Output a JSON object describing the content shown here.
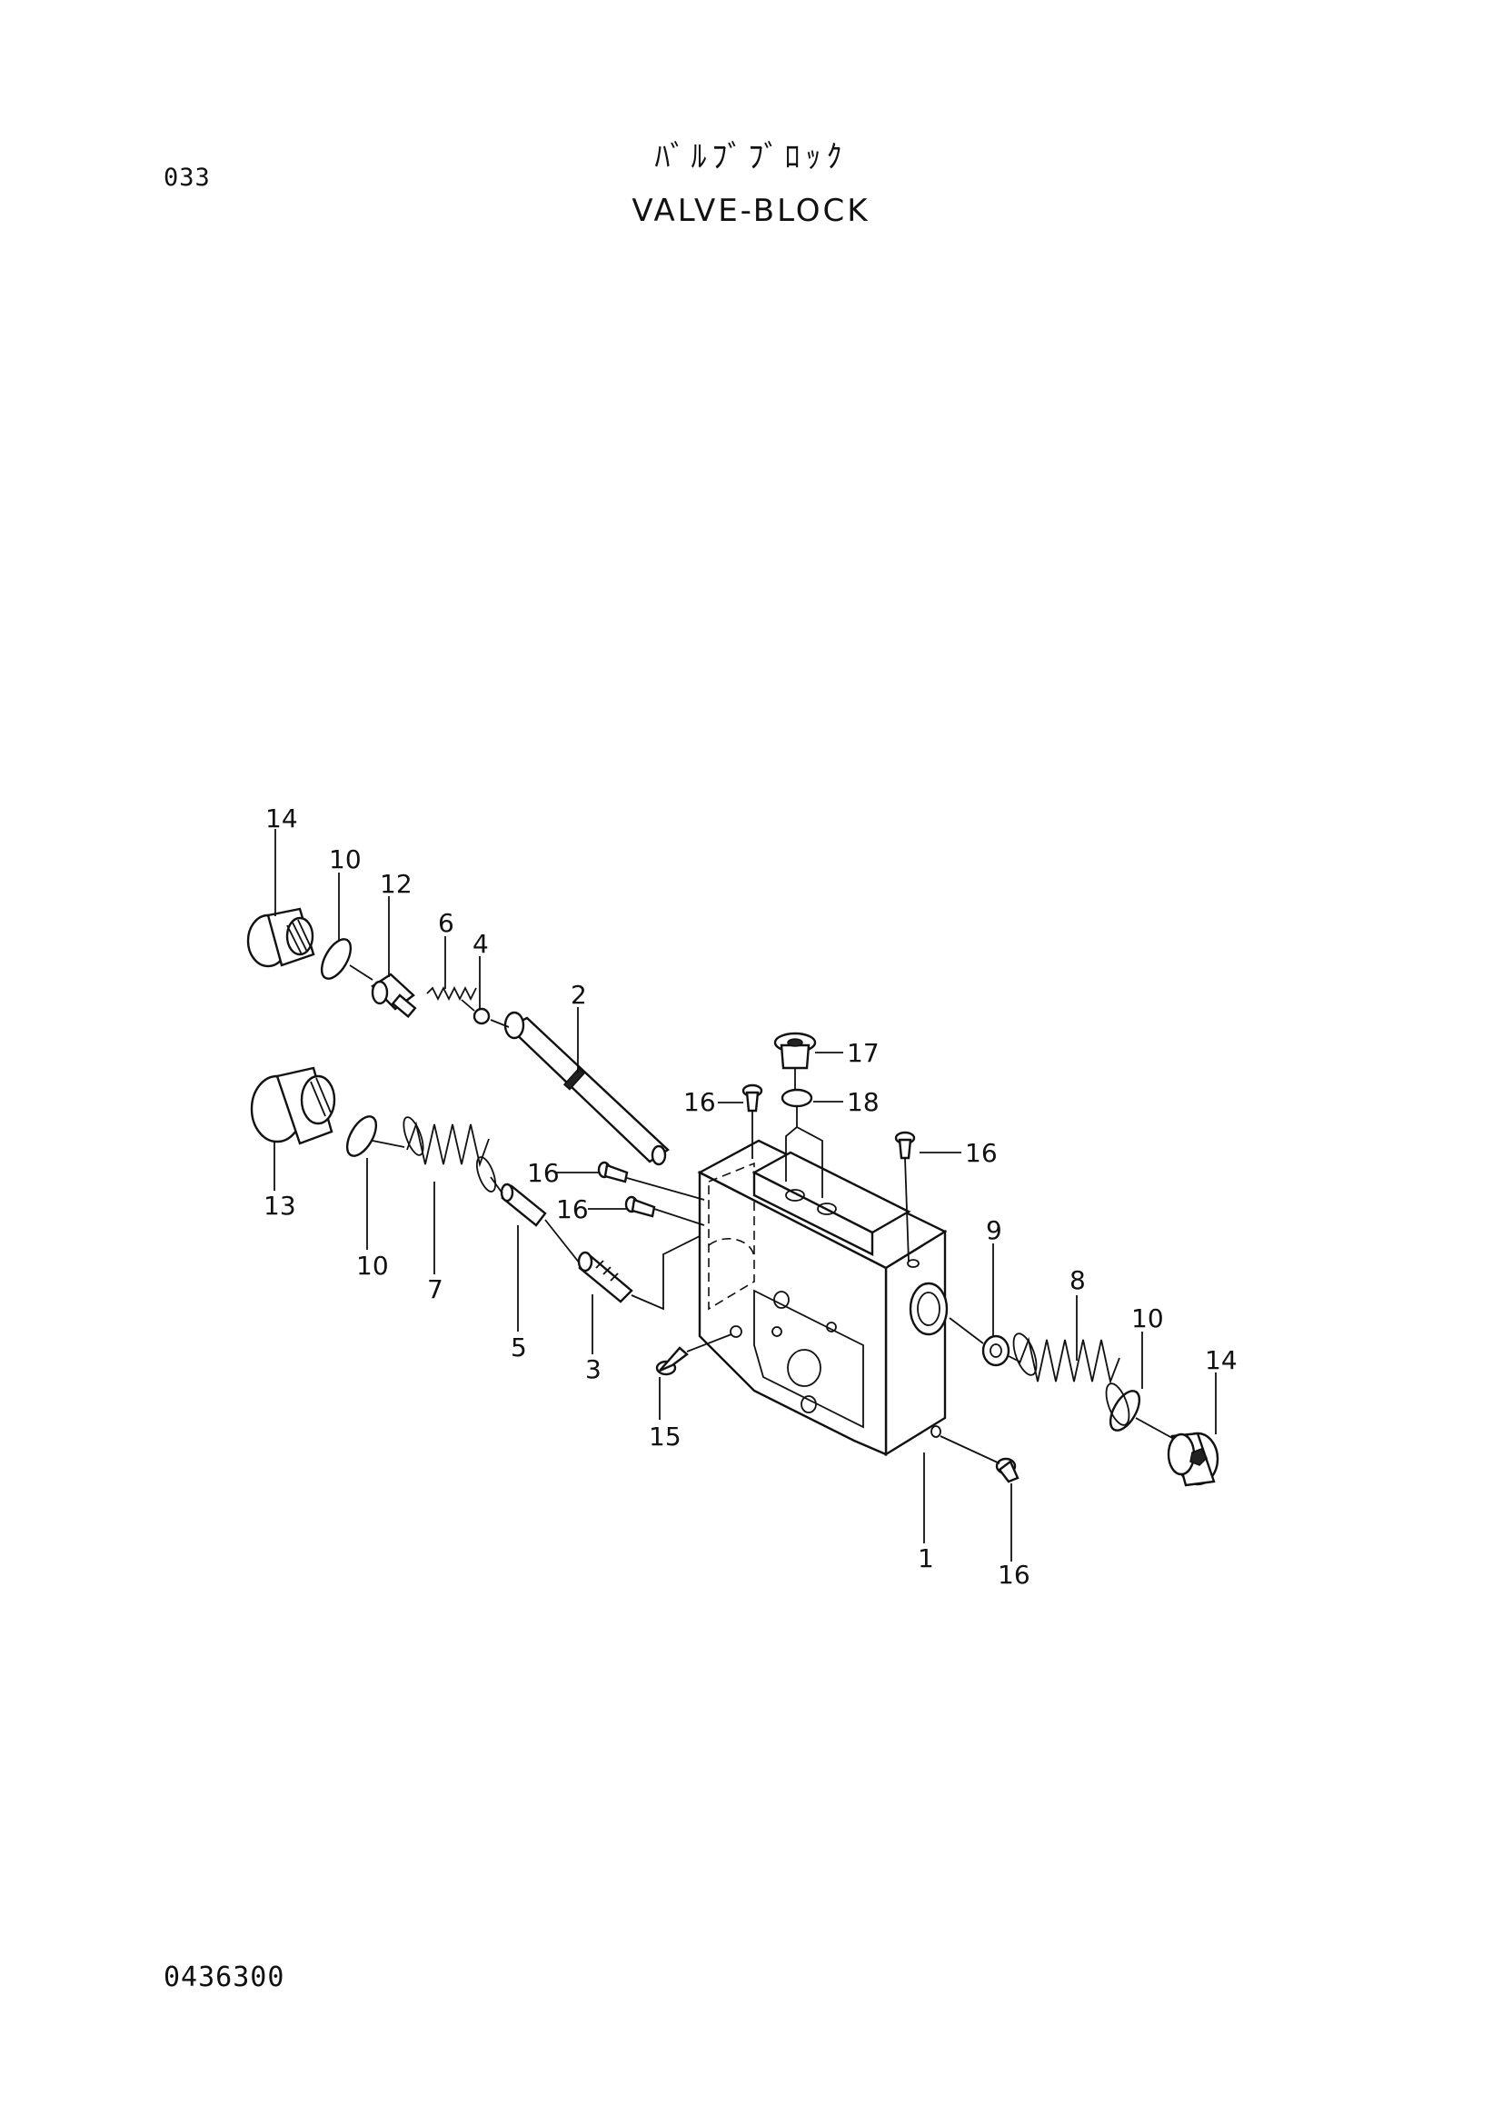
{
  "header": {
    "page_number": "033",
    "title_jp": "ﾊﾞﾙﾌﾞﾌﾞﾛｯｸ",
    "title_en": "VALVE-BLOCK"
  },
  "footer": {
    "drawing_code": "0436300"
  },
  "callouts": [
    {
      "id": "c14a",
      "text": "14"
    },
    {
      "id": "c10a",
      "text": "10"
    },
    {
      "id": "c12",
      "text": "12"
    },
    {
      "id": "c6",
      "text": "6"
    },
    {
      "id": "c4",
      "text": "4"
    },
    {
      "id": "c2",
      "text": "2"
    },
    {
      "id": "c17",
      "text": "17"
    },
    {
      "id": "c18",
      "text": "18"
    },
    {
      "id": "c16a",
      "text": "16"
    },
    {
      "id": "c16b",
      "text": "16"
    },
    {
      "id": "c16c",
      "text": "16"
    },
    {
      "id": "c16d",
      "text": "16"
    },
    {
      "id": "c16e",
      "text": "16"
    },
    {
      "id": "c13",
      "text": "13"
    },
    {
      "id": "c10b",
      "text": "10"
    },
    {
      "id": "c7",
      "text": "7"
    },
    {
      "id": "c5",
      "text": "5"
    },
    {
      "id": "c3",
      "text": "3"
    },
    {
      "id": "c15",
      "text": "15"
    },
    {
      "id": "c9",
      "text": "9"
    },
    {
      "id": "c8",
      "text": "8"
    },
    {
      "id": "c10c",
      "text": "10"
    },
    {
      "id": "c14b",
      "text": "14"
    },
    {
      "id": "c1",
      "text": "1"
    }
  ]
}
